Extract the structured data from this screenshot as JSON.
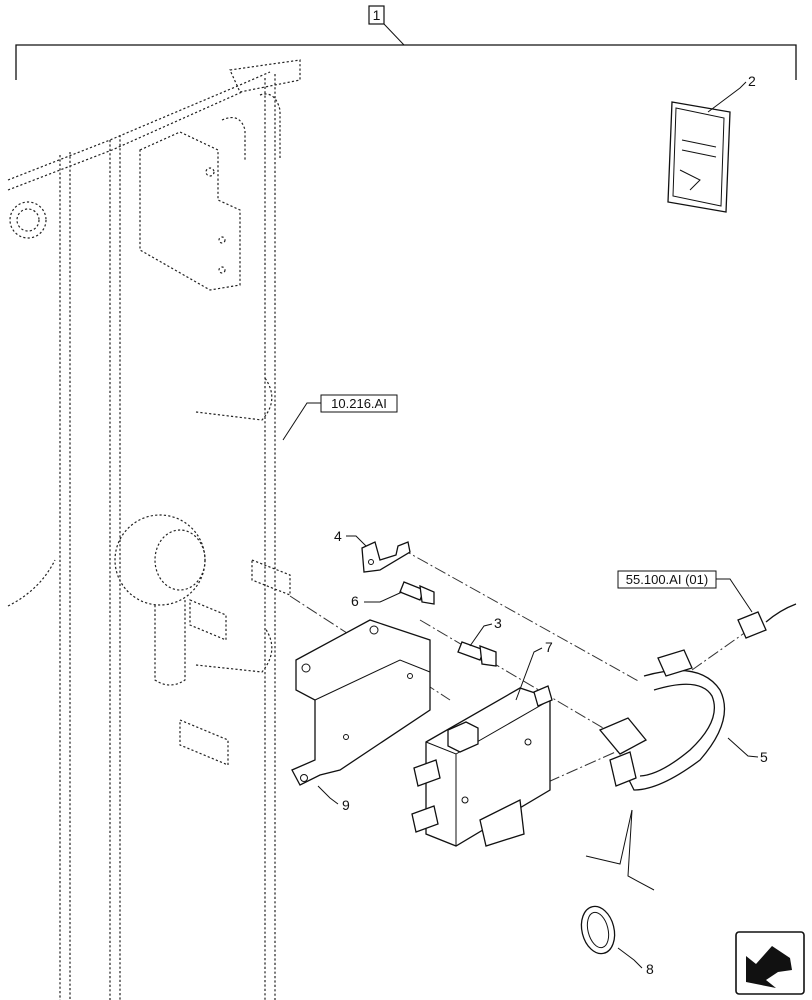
{
  "assembly_number": "1",
  "references": {
    "ref_a": "10.216.AI",
    "ref_b": "55.100.AI (01)"
  },
  "callouts": [
    "2",
    "3",
    "4",
    "5",
    "6",
    "7",
    "8",
    "9"
  ],
  "icons": {
    "nav": "arrow-icon"
  }
}
